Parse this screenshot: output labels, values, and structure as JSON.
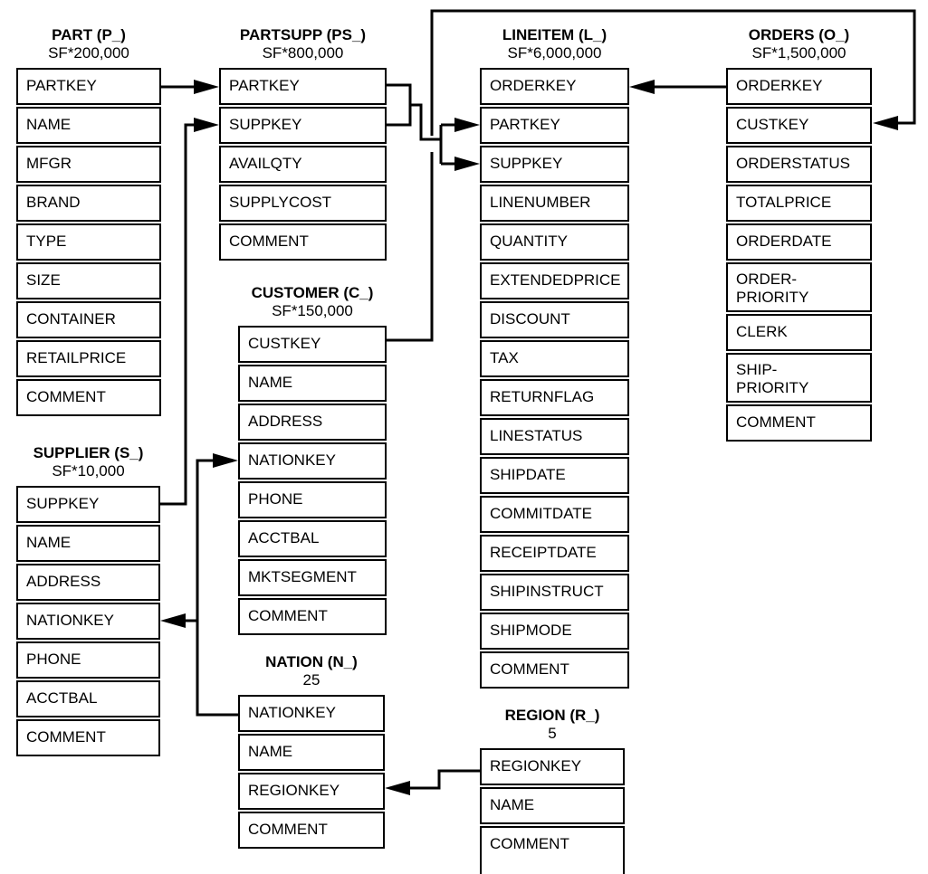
{
  "diagram": {
    "colors": {
      "line": "#000000",
      "text": "#000000",
      "background": "#ffffff"
    }
  },
  "tables": {
    "part": {
      "title": "PART (P_)",
      "cardinality": "SF*200,000",
      "fields": [
        "PARTKEY",
        "NAME",
        "MFGR",
        "BRAND",
        "TYPE",
        "SIZE",
        "CONTAINER",
        "RETAILPRICE",
        "COMMENT"
      ]
    },
    "partsupp": {
      "title": "PARTSUPP (PS_)",
      "cardinality": "SF*800,000",
      "fields": [
        "PARTKEY",
        "SUPPKEY",
        "AVAILQTY",
        "SUPPLYCOST",
        "COMMENT"
      ]
    },
    "lineitem": {
      "title": "LINEITEM (L_)",
      "cardinality": "SF*6,000,000",
      "fields": [
        "ORDERKEY",
        "PARTKEY",
        "SUPPKEY",
        "LINENUMBER",
        "QUANTITY",
        "EXTENDEDPRICE",
        "DISCOUNT",
        "TAX",
        "RETURNFLAG",
        "LINESTATUS",
        "SHIPDATE",
        "COMMITDATE",
        "RECEIPTDATE",
        "SHIPINSTRUCT",
        "SHIPMODE",
        "COMMENT"
      ]
    },
    "orders": {
      "title": "ORDERS (O_)",
      "cardinality": "SF*1,500,000",
      "fields": [
        "ORDERKEY",
        "CUSTKEY",
        "ORDERSTATUS",
        "TOTALPRICE",
        "ORDERDATE",
        "ORDER-\nPRIORITY",
        "CLERK",
        "SHIP-\nPRIORITY",
        "COMMENT"
      ]
    },
    "supplier": {
      "title": "SUPPLIER (S_)",
      "cardinality": "SF*10,000",
      "fields": [
        "SUPPKEY",
        "NAME",
        "ADDRESS",
        "NATIONKEY",
        "PHONE",
        "ACCTBAL",
        "COMMENT"
      ]
    },
    "customer": {
      "title": "CUSTOMER (C_)",
      "cardinality": "SF*150,000",
      "fields": [
        "CUSTKEY",
        "NAME",
        "ADDRESS",
        "NATIONKEY",
        "PHONE",
        "ACCTBAL",
        "MKTSEGMENT",
        "COMMENT"
      ]
    },
    "nation": {
      "title": "NATION (N_)",
      "cardinality": "25",
      "fields": [
        "NATIONKEY",
        "NAME",
        "REGIONKEY",
        "COMMENT"
      ]
    },
    "region": {
      "title": "REGION (R_)",
      "cardinality": "5",
      "fields": [
        "REGIONKEY",
        "NAME",
        "COMMENT"
      ]
    }
  },
  "relationships": [
    {
      "from": "PART.PARTKEY",
      "to": "PARTSUPP.PARTKEY"
    },
    {
      "from": "SUPPLIER.SUPPKEY",
      "to": "PARTSUPP.SUPPKEY"
    },
    {
      "from": "PARTSUPP.PARTKEY",
      "to": "LINEITEM.PARTKEY"
    },
    {
      "from": "PARTSUPP.SUPPKEY",
      "to": "LINEITEM.SUPPKEY"
    },
    {
      "from": "ORDERS.ORDERKEY",
      "to": "LINEITEM.ORDERKEY"
    },
    {
      "from": "CUSTOMER.CUSTKEY",
      "to": "ORDERS.CUSTKEY"
    },
    {
      "from": "NATION.NATIONKEY",
      "to": "CUSTOMER.NATIONKEY"
    },
    {
      "from": "NATION.NATIONKEY",
      "to": "SUPPLIER.NATIONKEY"
    },
    {
      "from": "REGION.REGIONKEY",
      "to": "NATION.REGIONKEY"
    }
  ]
}
